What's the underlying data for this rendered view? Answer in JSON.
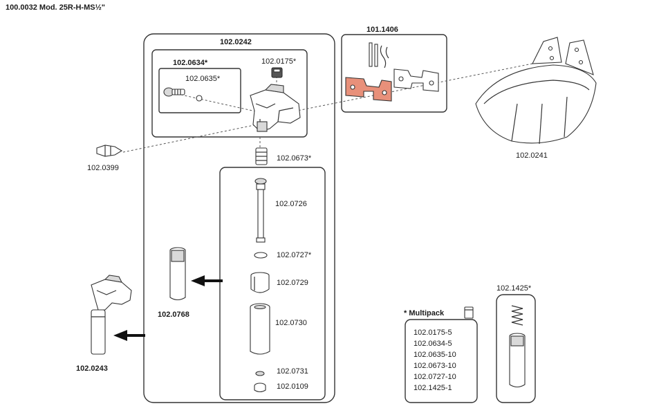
{
  "title": "100.0032 Mod. 25R-H-MS½\"",
  "colors": {
    "bracket_highlight": "#e8907a",
    "outline": "#333333"
  },
  "labels": {
    "p1": "102.0242",
    "p2": "101.1406",
    "p3": "102.0634*",
    "p4": "102.0635*",
    "p5": "102.0175*",
    "p6": "102.0241",
    "p7": "102.0399",
    "p8": "102.0673*",
    "p9": "102.0726",
    "p10": "102.0727*",
    "p11": "102.0729",
    "p12": "102.0768",
    "p13": "102.0730",
    "p14": "102.0731",
    "p15": "102.0109",
    "p16": "102.0243",
    "p17": "102.1425*"
  },
  "multipack": {
    "heading": "* Multipack",
    "items": [
      "102.0175-5",
      "102.0634-5",
      "102.0635-10",
      "102.0673-10",
      "102.0727-10",
      "102.1425-1"
    ]
  }
}
